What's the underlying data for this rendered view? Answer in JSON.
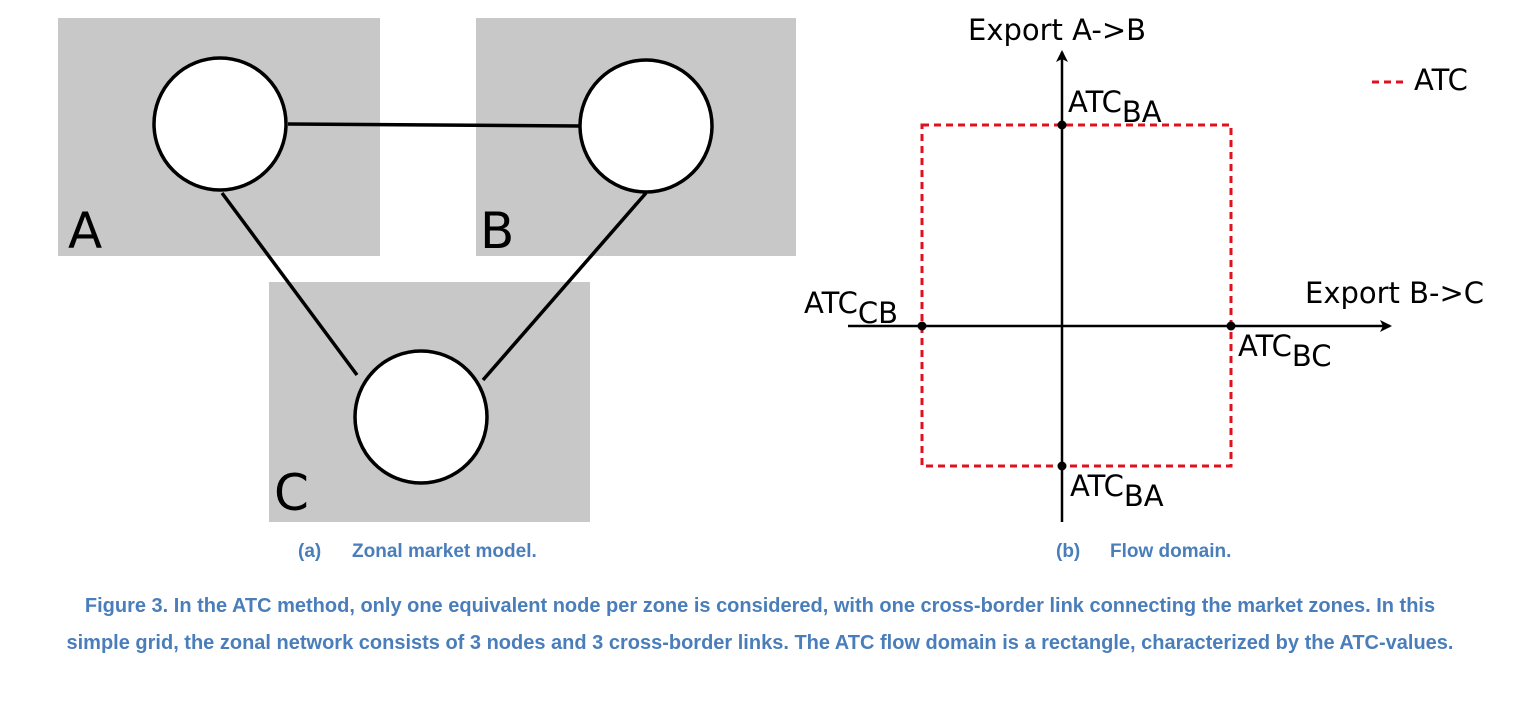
{
  "zonal_model": {
    "zones": [
      {
        "label": "A",
        "fill": "#c8c8c8"
      },
      {
        "label": "B",
        "fill": "#c8c8c8"
      },
      {
        "label": "C",
        "fill": "#c8c8c8"
      }
    ],
    "links": [
      "A-B",
      "A-C",
      "B-C"
    ],
    "subcaption_letter": "(a)",
    "subcaption_text": "Zonal market model."
  },
  "flow_domain": {
    "y_axis_label": "Export A->B",
    "x_axis_label": "Export B->C",
    "legend_label": "ATC",
    "legend_color": "#e0101e",
    "atc_top": {
      "main": "ATC",
      "sub": "BA"
    },
    "atc_bottom": {
      "main": "ATC",
      "sub": "BA"
    },
    "atc_left": {
      "main": "ATC",
      "sub": "CB"
    },
    "atc_right": {
      "main": "ATC",
      "sub": "BC"
    },
    "subcaption_letter": "(b)",
    "subcaption_text": "Flow domain."
  },
  "caption": {
    "text": "Figure 3. In the ATC method, only one equivalent node per zone is considered, with one cross-border link connecting the market zones. In this simple grid, the zonal network consists of 3 nodes and 3 cross-border links. The ATC flow domain is a rectangle, characterized by the ATC-values.",
    "color": "#4a7ebb"
  }
}
